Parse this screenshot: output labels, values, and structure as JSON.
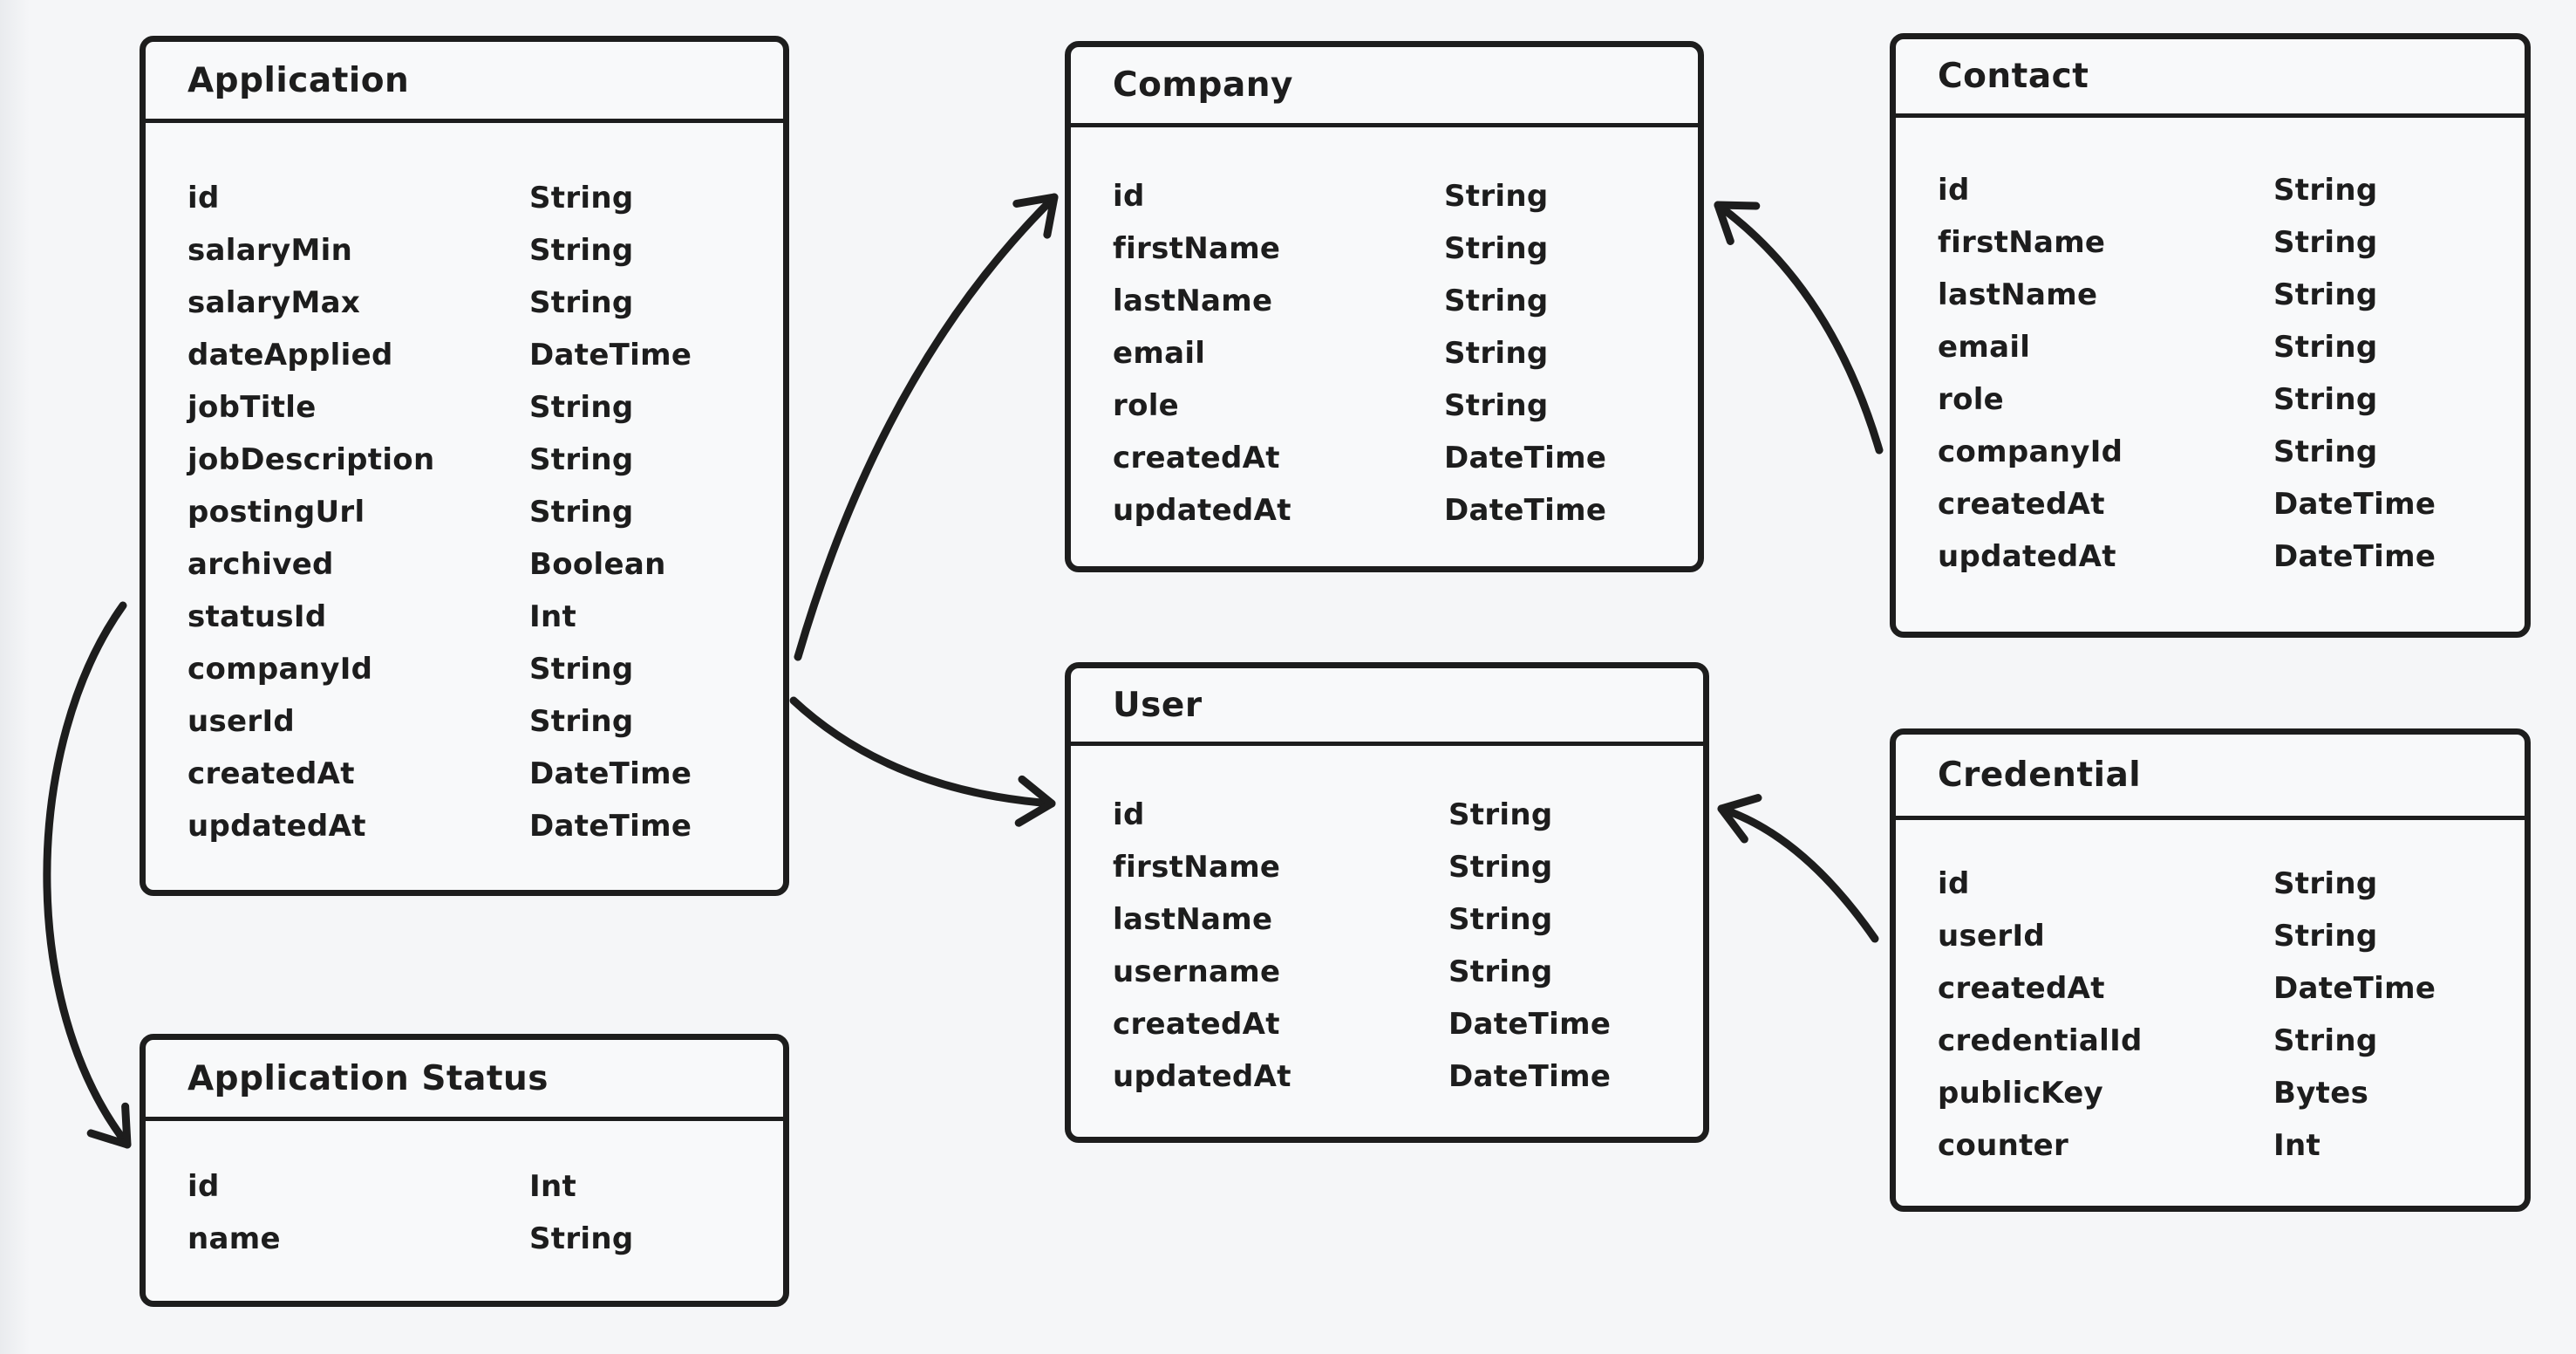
{
  "canvas": {
    "background_color": "#f5f6f8",
    "ink_color": "#1d1d1d"
  },
  "entities": [
    {
      "title": "Application",
      "fields": [
        {
          "name": "id",
          "type": "String"
        },
        {
          "name": "salaryMin",
          "type": "String"
        },
        {
          "name": "salaryMax",
          "type": "String"
        },
        {
          "name": "dateApplied",
          "type": "DateTime"
        },
        {
          "name": "jobTitle",
          "type": "String"
        },
        {
          "name": "jobDescription",
          "type": "String"
        },
        {
          "name": "postingUrl",
          "type": "String"
        },
        {
          "name": "archived",
          "type": "Boolean"
        },
        {
          "name": "statusId",
          "type": "Int"
        },
        {
          "name": "companyId",
          "type": "String"
        },
        {
          "name": "userId",
          "type": "String"
        },
        {
          "name": "createdAt",
          "type": "DateTime"
        },
        {
          "name": "updatedAt",
          "type": "DateTime"
        }
      ]
    },
    {
      "title": "Company",
      "fields": [
        {
          "name": "id",
          "type": "String"
        },
        {
          "name": "firstName",
          "type": "String"
        },
        {
          "name": "lastName",
          "type": "String"
        },
        {
          "name": "email",
          "type": "String"
        },
        {
          "name": "role",
          "type": "String"
        },
        {
          "name": "createdAt",
          "type": "DateTime"
        },
        {
          "name": "updatedAt",
          "type": "DateTime"
        }
      ]
    },
    {
      "title": "Contact",
      "fields": [
        {
          "name": "id",
          "type": "String"
        },
        {
          "name": "firstName",
          "type": "String"
        },
        {
          "name": "lastName",
          "type": "String"
        },
        {
          "name": "email",
          "type": "String"
        },
        {
          "name": "role",
          "type": "String"
        },
        {
          "name": "companyId",
          "type": "String"
        },
        {
          "name": "createdAt",
          "type": "DateTime"
        },
        {
          "name": "updatedAt",
          "type": "DateTime"
        }
      ]
    },
    {
      "title": "User",
      "fields": [
        {
          "name": "id",
          "type": "String"
        },
        {
          "name": "firstName",
          "type": "String"
        },
        {
          "name": "lastName",
          "type": "String"
        },
        {
          "name": "username",
          "type": "String"
        },
        {
          "name": "createdAt",
          "type": "DateTime"
        },
        {
          "name": "updatedAt",
          "type": "DateTime"
        }
      ]
    },
    {
      "title": "Credential",
      "fields": [
        {
          "name": "id",
          "type": "String"
        },
        {
          "name": "userId",
          "type": "String"
        },
        {
          "name": "createdAt",
          "type": "DateTime"
        },
        {
          "name": "credentialId",
          "type": "String"
        },
        {
          "name": "publicKey",
          "type": "Bytes"
        },
        {
          "name": "counter",
          "type": "Int"
        }
      ]
    },
    {
      "title": "Application Status",
      "fields": [
        {
          "name": "id",
          "type": "Int"
        },
        {
          "name": "name",
          "type": "String"
        }
      ]
    }
  ],
  "relationships": [
    {
      "from": "Application",
      "to": "Company"
    },
    {
      "from": "Application",
      "to": "User"
    },
    {
      "from": "Application",
      "to": "Application Status"
    },
    {
      "from": "Contact",
      "to": "Company"
    },
    {
      "from": "Credential",
      "to": "User"
    }
  ]
}
